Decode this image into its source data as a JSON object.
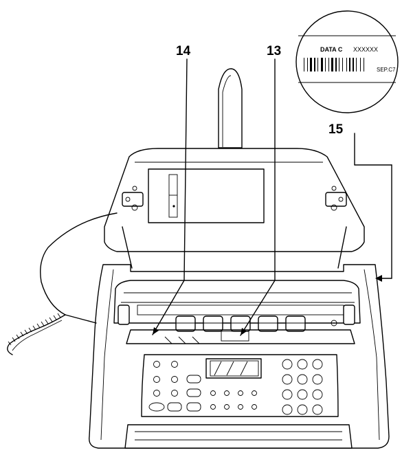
{
  "callouts": {
    "c13": "13",
    "c14": "14",
    "c15": "15"
  },
  "label_inset": {
    "data_text": "DATA C",
    "serial_text": "XXXXXX",
    "code_text": "SEP.C7"
  }
}
